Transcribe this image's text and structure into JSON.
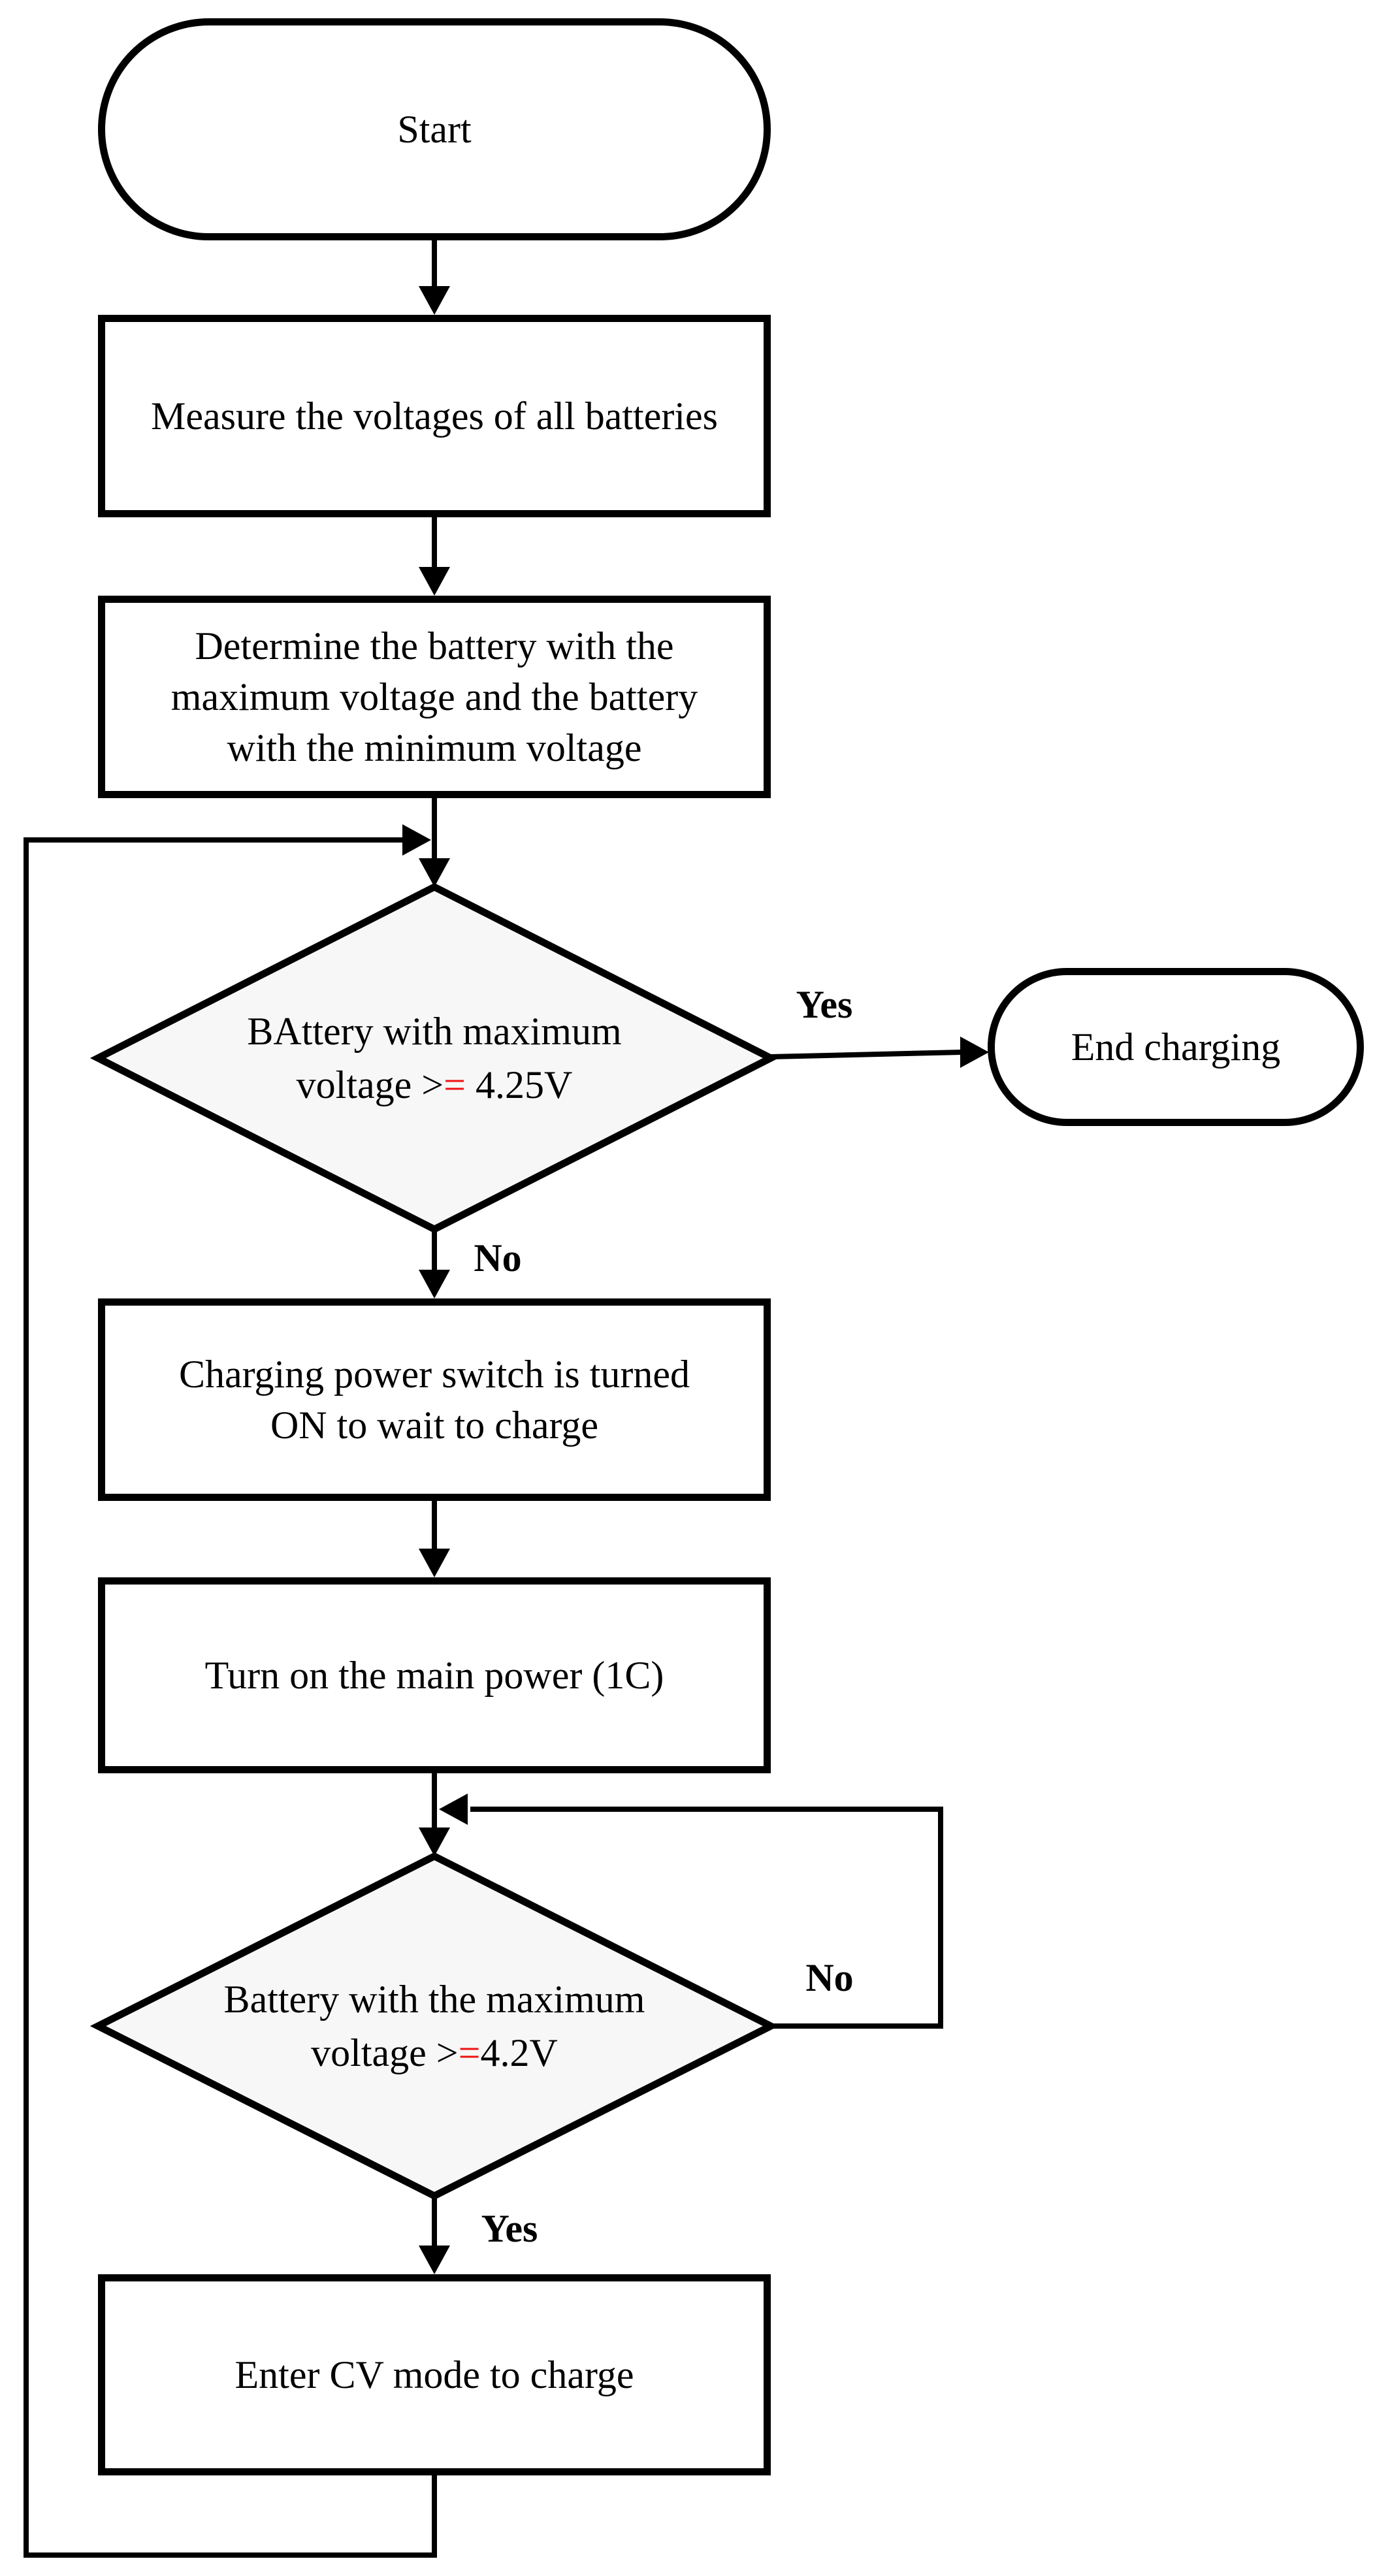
{
  "colors": {
    "line": "#000000",
    "box_fill": "#ffffff",
    "diamond_fill": "#f7f7f7",
    "equals_red": "#ee1111",
    "text": "#000000",
    "background": "#ffffff"
  },
  "nodes": {
    "start": {
      "label": "Start"
    },
    "measure": {
      "label": "Measure the voltages of all batteries"
    },
    "determine": {
      "lines": [
        "Determine the battery with the",
        "maximum voltage and the battery",
        "with the minimum voltage"
      ]
    },
    "decision_max_425": {
      "line1": "BAttery with maximum",
      "line2_before": "voltage >",
      "equals": "=",
      "line2_after": " 4.25V"
    },
    "end_charging": {
      "label": "End charging"
    },
    "charging_switch": {
      "lines": [
        "Charging power switch is turned",
        "ON to wait to charge"
      ]
    },
    "main_power": {
      "label": "Turn on the main power (1C)"
    },
    "decision_max_42": {
      "line1": "Battery with the maximum",
      "line2_before": "voltage >",
      "equals": "=",
      "line2_after": "4.2V"
    },
    "enter_cv": {
      "label": "Enter CV mode to charge"
    }
  },
  "edge_labels": {
    "yes_top": "Yes",
    "no_top": "No",
    "no_bottom": "No",
    "yes_bottom": "Yes"
  }
}
